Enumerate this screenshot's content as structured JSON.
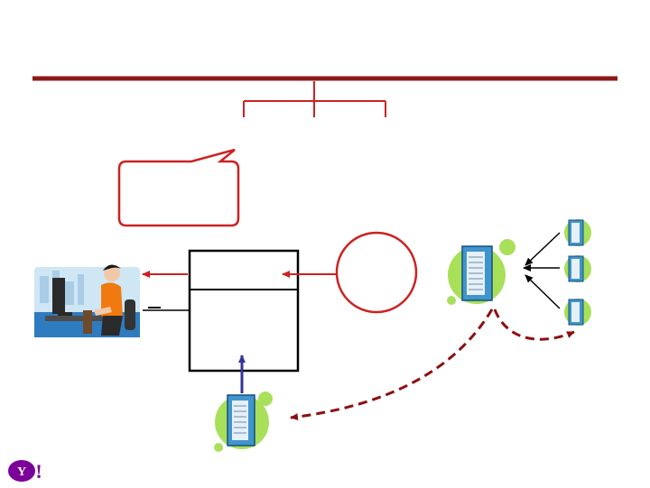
{
  "slide": {
    "background": "#ffffff",
    "colors": {
      "bus": "#8b1a1a",
      "red_line": "#cc2222",
      "dashed": "#8b1010",
      "blue_arrow": "#333399",
      "server_halo": "#a8e05a",
      "server_body": "#3f95cc"
    }
  },
  "diagram": {
    "nodes": [
      {
        "id": "network-bus",
        "kind": "bus"
      },
      {
        "id": "speech-bubble",
        "kind": "callout"
      },
      {
        "id": "user-at-computer",
        "kind": "clipart"
      },
      {
        "id": "central-box",
        "kind": "box"
      },
      {
        "id": "circle-node",
        "kind": "circle"
      },
      {
        "id": "main-server",
        "kind": "server"
      },
      {
        "id": "bottom-server",
        "kind": "server"
      },
      {
        "id": "small-server-1",
        "kind": "server"
      },
      {
        "id": "small-server-2",
        "kind": "server"
      },
      {
        "id": "small-server-3",
        "kind": "server"
      }
    ],
    "edges": [
      {
        "from": "central-box",
        "to": "user-at-computer",
        "style": "red-arrow"
      },
      {
        "from": "circle-node",
        "to": "central-box",
        "style": "red-arrow"
      },
      {
        "from": "user-at-computer",
        "to": "central-box",
        "style": "black-line"
      },
      {
        "from": "bottom-server",
        "to": "central-box",
        "style": "blue-arrow"
      },
      {
        "from": "small-server-1",
        "to": "main-server",
        "style": "black-arrow"
      },
      {
        "from": "small-server-2",
        "to": "main-server",
        "style": "black-arrow"
      },
      {
        "from": "small-server-3",
        "to": "main-server",
        "style": "black-arrow"
      },
      {
        "from": "main-server",
        "to": "bottom-server",
        "style": "dashed-arrow"
      },
      {
        "from": "main-server",
        "to": "small-server-3",
        "style": "dashed-arrow"
      }
    ]
  },
  "logo": {
    "text": "Y!",
    "color": "#7b0099"
  }
}
